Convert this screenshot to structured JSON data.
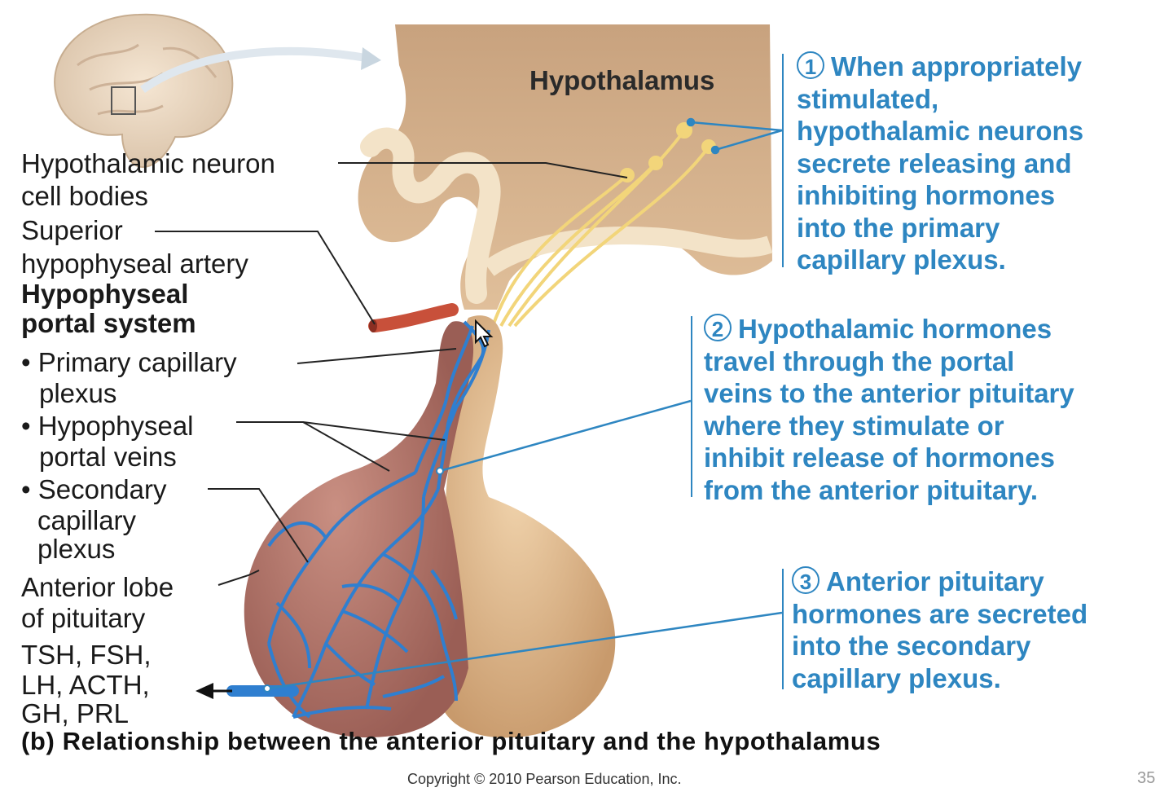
{
  "diagram": {
    "hypothalamus_label": "Hypothalamus",
    "left_labels": {
      "neuron_line1": "Hypothalamic neuron",
      "neuron_line2": "cell bodies",
      "artery_line1": "Superior",
      "artery_line2": "hypophyseal artery",
      "portal_system_line1": "Hypophyseal",
      "portal_system_line2": "portal system",
      "primary_line1": "• Primary capillary",
      "primary_line2": "plexus",
      "veins_line1": "• Hypophyseal",
      "veins_line2": "portal veins",
      "secondary_line1": "• Secondary",
      "secondary_line2": "capillary",
      "secondary_line3": "plexus",
      "anterior_line1": "Anterior lobe",
      "anterior_line2": "of pituitary",
      "hormones_line1": "TSH, FSH,",
      "hormones_line2": "LH, ACTH,",
      "hormones_line3": "GH, PRL"
    },
    "steps": [
      {
        "number": "1",
        "lines": [
          "When appropriately",
          "stimulated,",
          "hypothalamic neurons",
          "secrete releasing and",
          "inhibiting hormones",
          "into the primary",
          "capillary plexus."
        ]
      },
      {
        "number": "2",
        "lines": [
          "Hypothalamic hormones",
          "travel through the portal",
          "veins to the anterior pituitary",
          "where they stimulate or",
          "inhibit release of hormones",
          "from the anterior pituitary."
        ]
      },
      {
        "number": "3",
        "lines": [
          "Anterior pituitary",
          "hormones are secreted",
          "into the secondary",
          "capillary plexus."
        ]
      }
    ],
    "title": "(b) Relationship between the anterior pituitary and the hypothalamus",
    "copyright": "Copyright © 2010 Pearson Education, Inc.",
    "page_number": "35"
  },
  "colors": {
    "step_text": "#2e86c1",
    "vessel_blue": "#2f7fd0",
    "tissue_tan": "#d8b48f",
    "anterior_lobe": "#b7786c",
    "posterior_lobe": "#e3bf92",
    "artery_red": "#c8503a",
    "neuron_yellow": "#f2d57a"
  }
}
